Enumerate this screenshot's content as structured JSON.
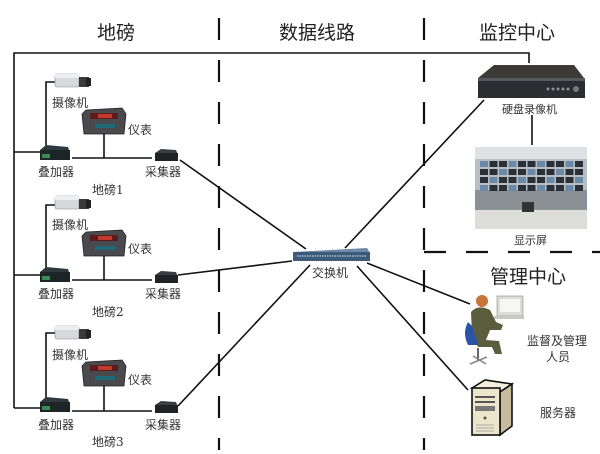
{
  "sections": {
    "weighbridge": "地磅",
    "data_line": "数据线路",
    "monitor_center": "监控中心",
    "management_center": "管理中心"
  },
  "weighbridges": [
    {
      "name": "地磅1",
      "camera": "摄像机",
      "meter": "仪表",
      "superimposer": "叠加器",
      "collector": "采集器"
    },
    {
      "name": "地磅2",
      "camera": "摄像机",
      "meter": "仪表",
      "superimposer": "叠加器",
      "collector": "采集器"
    },
    {
      "name": "地磅3",
      "camera": "摄像机",
      "meter": "仪表",
      "superimposer": "叠加器",
      "collector": "采集器"
    }
  ],
  "network": {
    "switch": "交换机"
  },
  "monitor": {
    "dvr": "硬盘录像机",
    "display": "显示屏"
  },
  "management": {
    "staff_line1": "监督及管理",
    "staff_line2": "人员",
    "server": "服务器"
  },
  "colors": {
    "line": "#111111",
    "device_dark": "#2f3a3f",
    "switch_blue": "#3d5a78",
    "server_beige": "#e8e0c8"
  }
}
